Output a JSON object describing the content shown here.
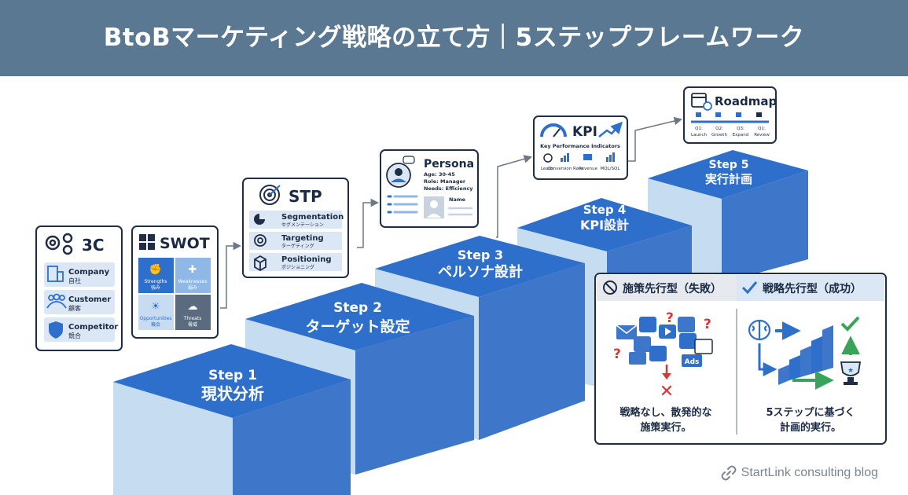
{
  "header": {
    "title": "BtoBマーケティング戦略の立て方｜5ステップフレームワーク"
  },
  "steps": [
    {
      "label": "Step 1",
      "name": "現状分析"
    },
    {
      "label": "Step 2",
      "name": "ターゲット設定"
    },
    {
      "label": "Step 3",
      "name": "ペルソナ設計"
    },
    {
      "label": "Step 4",
      "name": "KPI設計"
    },
    {
      "label": "Step 5",
      "name": "実行計画"
    }
  ],
  "c3": {
    "title": "3C",
    "items": [
      {
        "en": "Company",
        "jp": "自社"
      },
      {
        "en": "Customer",
        "jp": "顧客"
      },
      {
        "en": "Competitor",
        "jp": "競合"
      }
    ]
  },
  "swot": {
    "title": "SWOT",
    "cells": [
      {
        "en": "Strengths",
        "jp": "強み"
      },
      {
        "en": "Weaknesses",
        "jp": "弱み"
      },
      {
        "en": "Opportunities",
        "jp": "機会"
      },
      {
        "en": "Threats",
        "jp": "脅威"
      }
    ]
  },
  "stp": {
    "title": "STP",
    "items": [
      {
        "en": "Segmentation",
        "jp": "セグメンテーション"
      },
      {
        "en": "Targeting",
        "jp": "ターゲティング"
      },
      {
        "en": "Positioning",
        "jp": "ポジショニング"
      }
    ]
  },
  "persona": {
    "title": "Persona",
    "lines": [
      "Age: 30-45",
      "Role: Manager",
      "Needs: Efficiency"
    ],
    "name_label": "Name"
  },
  "kpi": {
    "title": "KPI",
    "subtitle": "Key Performance Indicators",
    "metrics": [
      "Leads",
      "Conversion Rate",
      "Revenue",
      "MQL/SQL"
    ]
  },
  "roadmap": {
    "title": "Roadmap",
    "phases": [
      {
        "q": "Q1:",
        "name": "Launch"
      },
      {
        "q": "Q2:",
        "name": "Growth"
      },
      {
        "q": "Q3:",
        "name": "Expand"
      },
      {
        "q": "Q1:",
        "name": "Review"
      }
    ]
  },
  "comparison": {
    "left_title": "施策先行型（失敗）",
    "right_title": "戦略先行型（成功）",
    "left_caption": [
      "戦略なし、散発的な",
      "施策実行。"
    ],
    "right_caption": [
      "5ステップに基づく",
      "計画的実行。"
    ],
    "ads_label": "Ads"
  },
  "footer": {
    "text": "StartLink consulting blog"
  },
  "colors": {
    "header_bg": "#5b7893",
    "step_top": "#2f6fcc",
    "step_front": "#c6dcf1",
    "step_side": "#3e77c9",
    "card_border": "#1f2d45"
  }
}
